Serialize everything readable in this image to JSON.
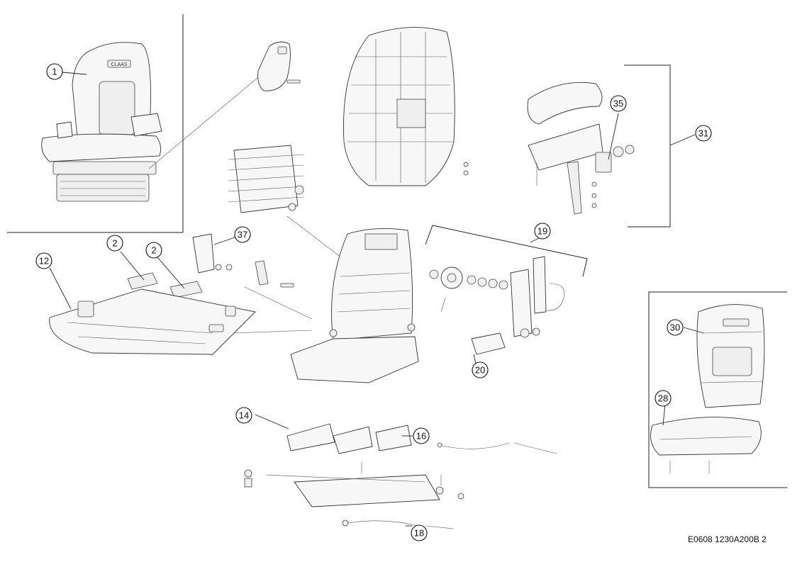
{
  "reference_code": "E0608 1230A200B 2",
  "callouts": {
    "c1": "1",
    "c2a": "2",
    "c2b": "2",
    "c12": "12",
    "c14": "14",
    "c16": "16",
    "c18": "18",
    "c19": "19",
    "c20": "20",
    "c28": "28",
    "c30": "30",
    "c31": "31",
    "c35": "35",
    "c37": "37"
  },
  "seat_badge_text": "CLAAS"
}
